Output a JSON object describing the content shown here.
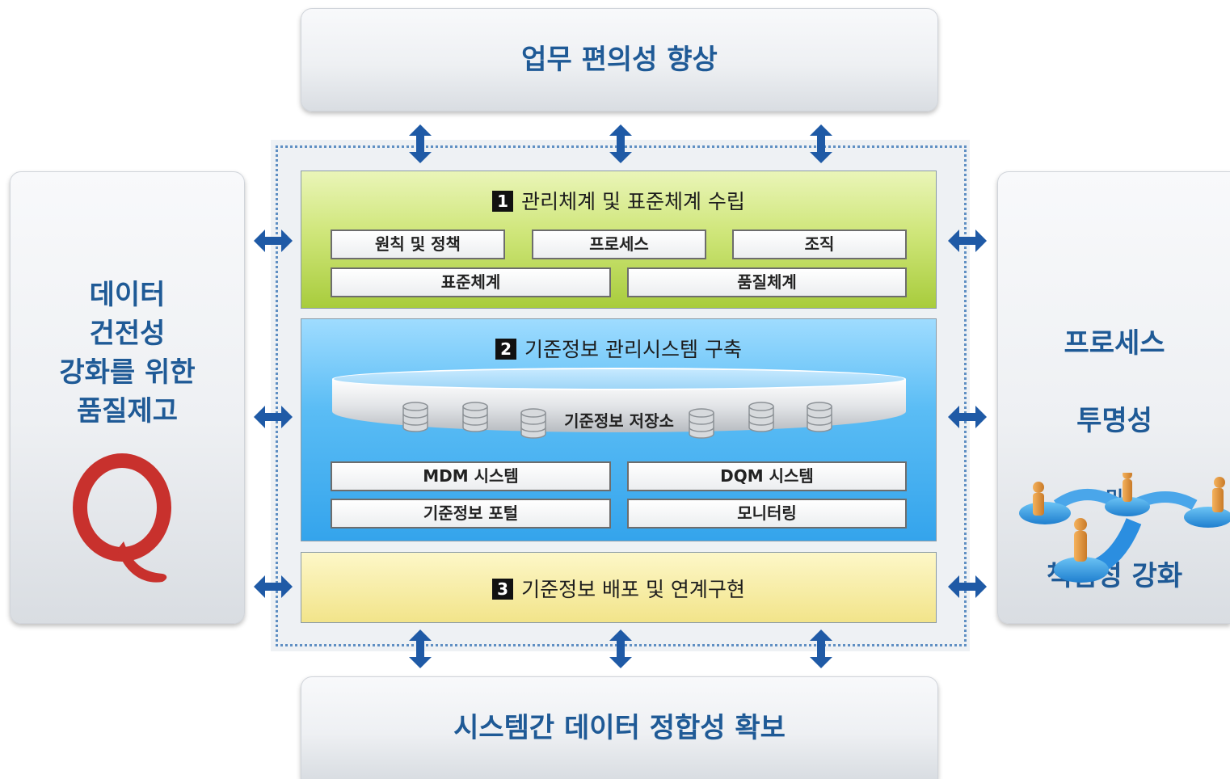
{
  "diagram": {
    "top_goal": "업무 편의성 향상",
    "bottom_goal": "시스템간 데이터 정합성 확보",
    "left_goal": "데이터\n건전성\n강화를 위한\n품질제고",
    "right_goal": {
      "line1": "프로세스",
      "line2": "투명성",
      "line3": "및",
      "line4": "책임성 강화"
    },
    "section1": {
      "number": "1",
      "title": "관리체계 및 표준체계 수립",
      "boxes": [
        "원칙 및 정책",
        "프로세스",
        "조직",
        "표준체계",
        "품질체계"
      ]
    },
    "section2": {
      "number": "2",
      "title": "기준정보 관리시스템 구축",
      "storage_label": "기준정보 저장소",
      "boxes": [
        "MDM 시스템",
        "DQM 시스템",
        "기준정보 포털",
        "모니터링"
      ]
    },
    "section3": {
      "number": "3",
      "title": "기준정보 배포 및 연계구현"
    },
    "colors": {
      "title_blue": "#1f5a96",
      "arrow_blue": "#1f5aa6",
      "section1": "#b9d74e",
      "section2": "#45adee",
      "section3": "#f4e79a",
      "q_red": "#c8312d"
    },
    "icons": [
      "q-quality-icon",
      "people-process-icon",
      "database-icon",
      "double-arrow-icon"
    ]
  }
}
